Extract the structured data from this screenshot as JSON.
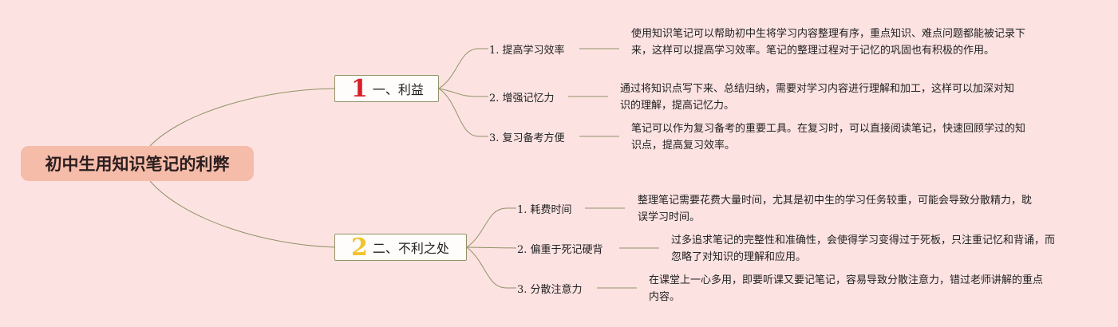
{
  "root": {
    "label": "初中生用知识笔记的利弊"
  },
  "branches": [
    {
      "number": "1",
      "label": "一、利益",
      "items": [
        {
          "label": "1. 提高学习效率",
          "detail": "使用知识笔记可以帮助初中生将学习内容整理有序，重点知识、难点问题都能被记录下来，这样可以提高学习效率。笔记的整理过程对于记忆的巩固也有积极的作用。"
        },
        {
          "label": "2. 增强记忆力",
          "detail": "通过将知识点写下来、总结归纳，需要对学习内容进行理解和加工，这样可以加深对知识的理解，提高记忆力。"
        },
        {
          "label": "3. 复习备考方便",
          "detail": "笔记可以作为复习备考的重要工具。在复习时，可以直接阅读笔记，快速回顾学过的知识点，提高复习效率。"
        }
      ]
    },
    {
      "number": "2",
      "label": "二、不利之处",
      "items": [
        {
          "label": "1. 耗费时间",
          "detail": "整理笔记需要花费大量时间，尤其是初中生的学习任务较重，可能会导致分散精力，耽误学习时间。"
        },
        {
          "label": "2. 偏重于死记硬背",
          "detail": "过多追求笔记的完整性和准确性，会使得学习变得过于死板，只注重记忆和背诵，而忽略了对知识的理解和应用。"
        },
        {
          "label": "3. 分散注意力",
          "detail": "在课堂上一心多用，即要听课又要记笔记，容易导致分散注意力，错过老师讲解的重点内容。"
        }
      ]
    }
  ],
  "colors": {
    "background": "#fde2e2",
    "root_fill": "#f6bcaa",
    "link": "#8f9366",
    "number_1": "#d8202a",
    "number_2": "#f1c32c"
  }
}
